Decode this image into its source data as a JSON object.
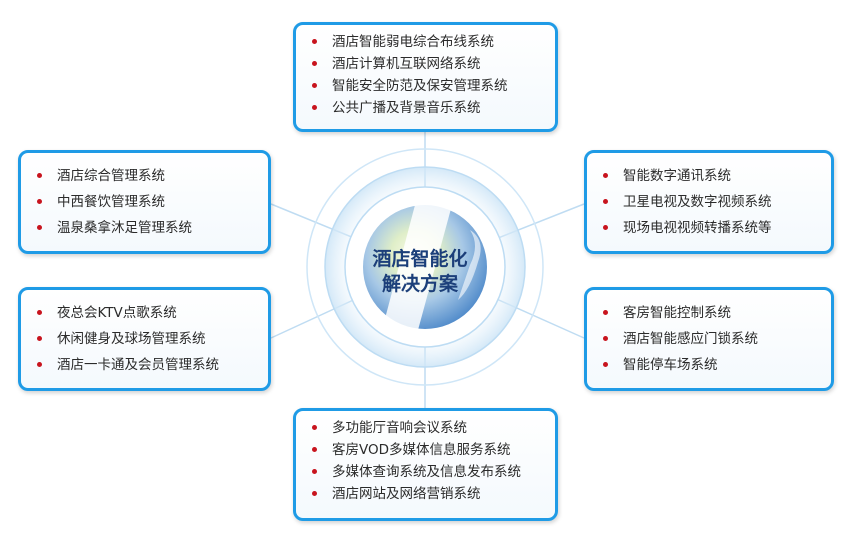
{
  "center": {
    "line1": "酒店智能化",
    "line2": "解决方案"
  },
  "colors": {
    "border": "#1f9be6",
    "bullet": "#c8141e",
    "text": "#2b2b2b",
    "center_text": "#1c3f7a"
  },
  "boxes": {
    "top": {
      "items": [
        "酒店智能弱电综合布线系统",
        "酒店计算机互联网络系统",
        "智能安全防范及保安管理系统",
        "公共广播及背景音乐系统"
      ]
    },
    "left1": {
      "items": [
        "酒店综合管理系统",
        "中西餐饮管理系统",
        "温泉桑拿沐足管理系统"
      ]
    },
    "left2": {
      "items": [
        "夜总会KTV点歌系统",
        "休闲健身及球场管理系统",
        "酒店一卡通及会员管理系统"
      ]
    },
    "right1": {
      "items": [
        "智能数字通讯系统",
        "卫星电视及数字视频系统",
        "现场电视视频转播系统等"
      ]
    },
    "right2": {
      "items": [
        "客房智能控制系统",
        "酒店智能感应门锁系统",
        "智能停车场系统"
      ]
    },
    "bottom": {
      "items": [
        "多功能厅音响会议系统",
        "客房VOD多媒体信息服务系统",
        "多媒体查询系统及信息发布系统",
        "酒店网站及网络营销系统"
      ]
    }
  }
}
